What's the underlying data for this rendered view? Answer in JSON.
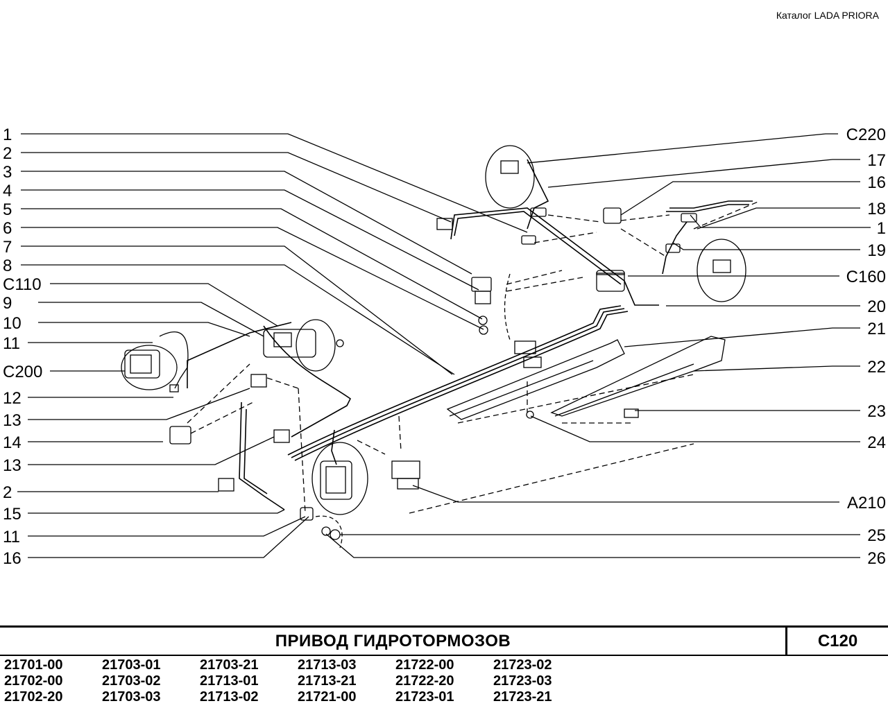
{
  "header": {
    "catalog": "Каталог  LADA  PRIORA"
  },
  "left_labels": [
    "1",
    "2",
    "3",
    "4",
    "5",
    "6",
    "7",
    "8",
    "C110",
    "9",
    "10",
    "11",
    "C200",
    "12",
    "13",
    "14",
    "13",
    "2",
    "15",
    "11",
    "16"
  ],
  "right_labels": [
    "C220",
    "17",
    "16",
    "18",
    "1",
    "19",
    "C160",
    "20",
    "21",
    "22",
    "23",
    "24",
    "A210",
    "25",
    "26"
  ],
  "footer": {
    "title": "ПРИВОД   ГИДРОТОРМОЗОВ",
    "code": "C120",
    "models": [
      "21701-00",
      "21703-01",
      "21703-21",
      "21713-03",
      "21722-00",
      "21723-02",
      "21702-00",
      "21703-02",
      "21713-01",
      "21713-21",
      "21722-20",
      "21723-03",
      "21702-20",
      "21703-03",
      "21713-02",
      "21721-00",
      "21723-01",
      "21723-21"
    ]
  }
}
